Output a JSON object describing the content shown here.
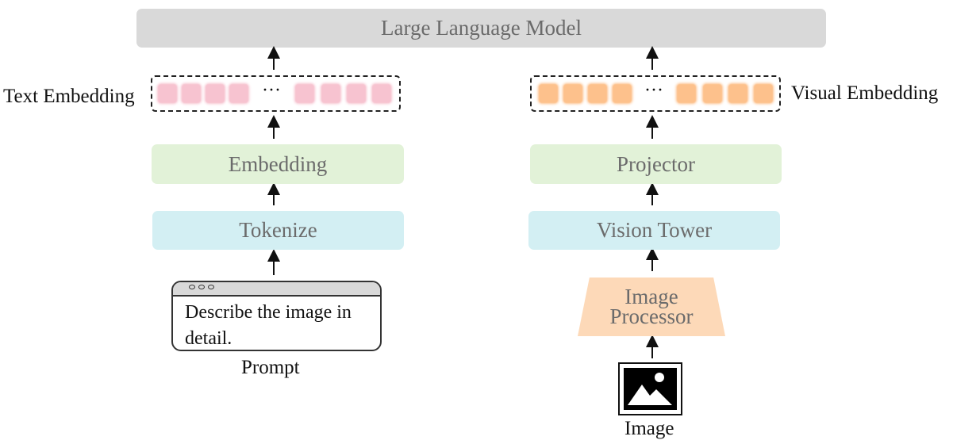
{
  "llm": {
    "label": "Large Language Model"
  },
  "left": {
    "embedding_label": "Text Embedding",
    "embedding_block": "Embedding",
    "tokenize_block": "Tokenize",
    "prompt_text": "Describe the image in detail.",
    "prompt_caption": "Prompt",
    "ellipsis": "···"
  },
  "right": {
    "embedding_label": "Visual Embedding",
    "projector_block": "Projector",
    "vision_tower_block": "Vision Tower",
    "image_processor_block": "Image Processor",
    "image_caption": "Image",
    "ellipsis": "···"
  },
  "colors": {
    "llm": "#d9d9d9",
    "green": "#e2f2d8",
    "blue": "#d3eff3",
    "text_token": "#f7c3d0",
    "visual_token": "#fdc18c",
    "image_processor": "#fdd9b8"
  }
}
